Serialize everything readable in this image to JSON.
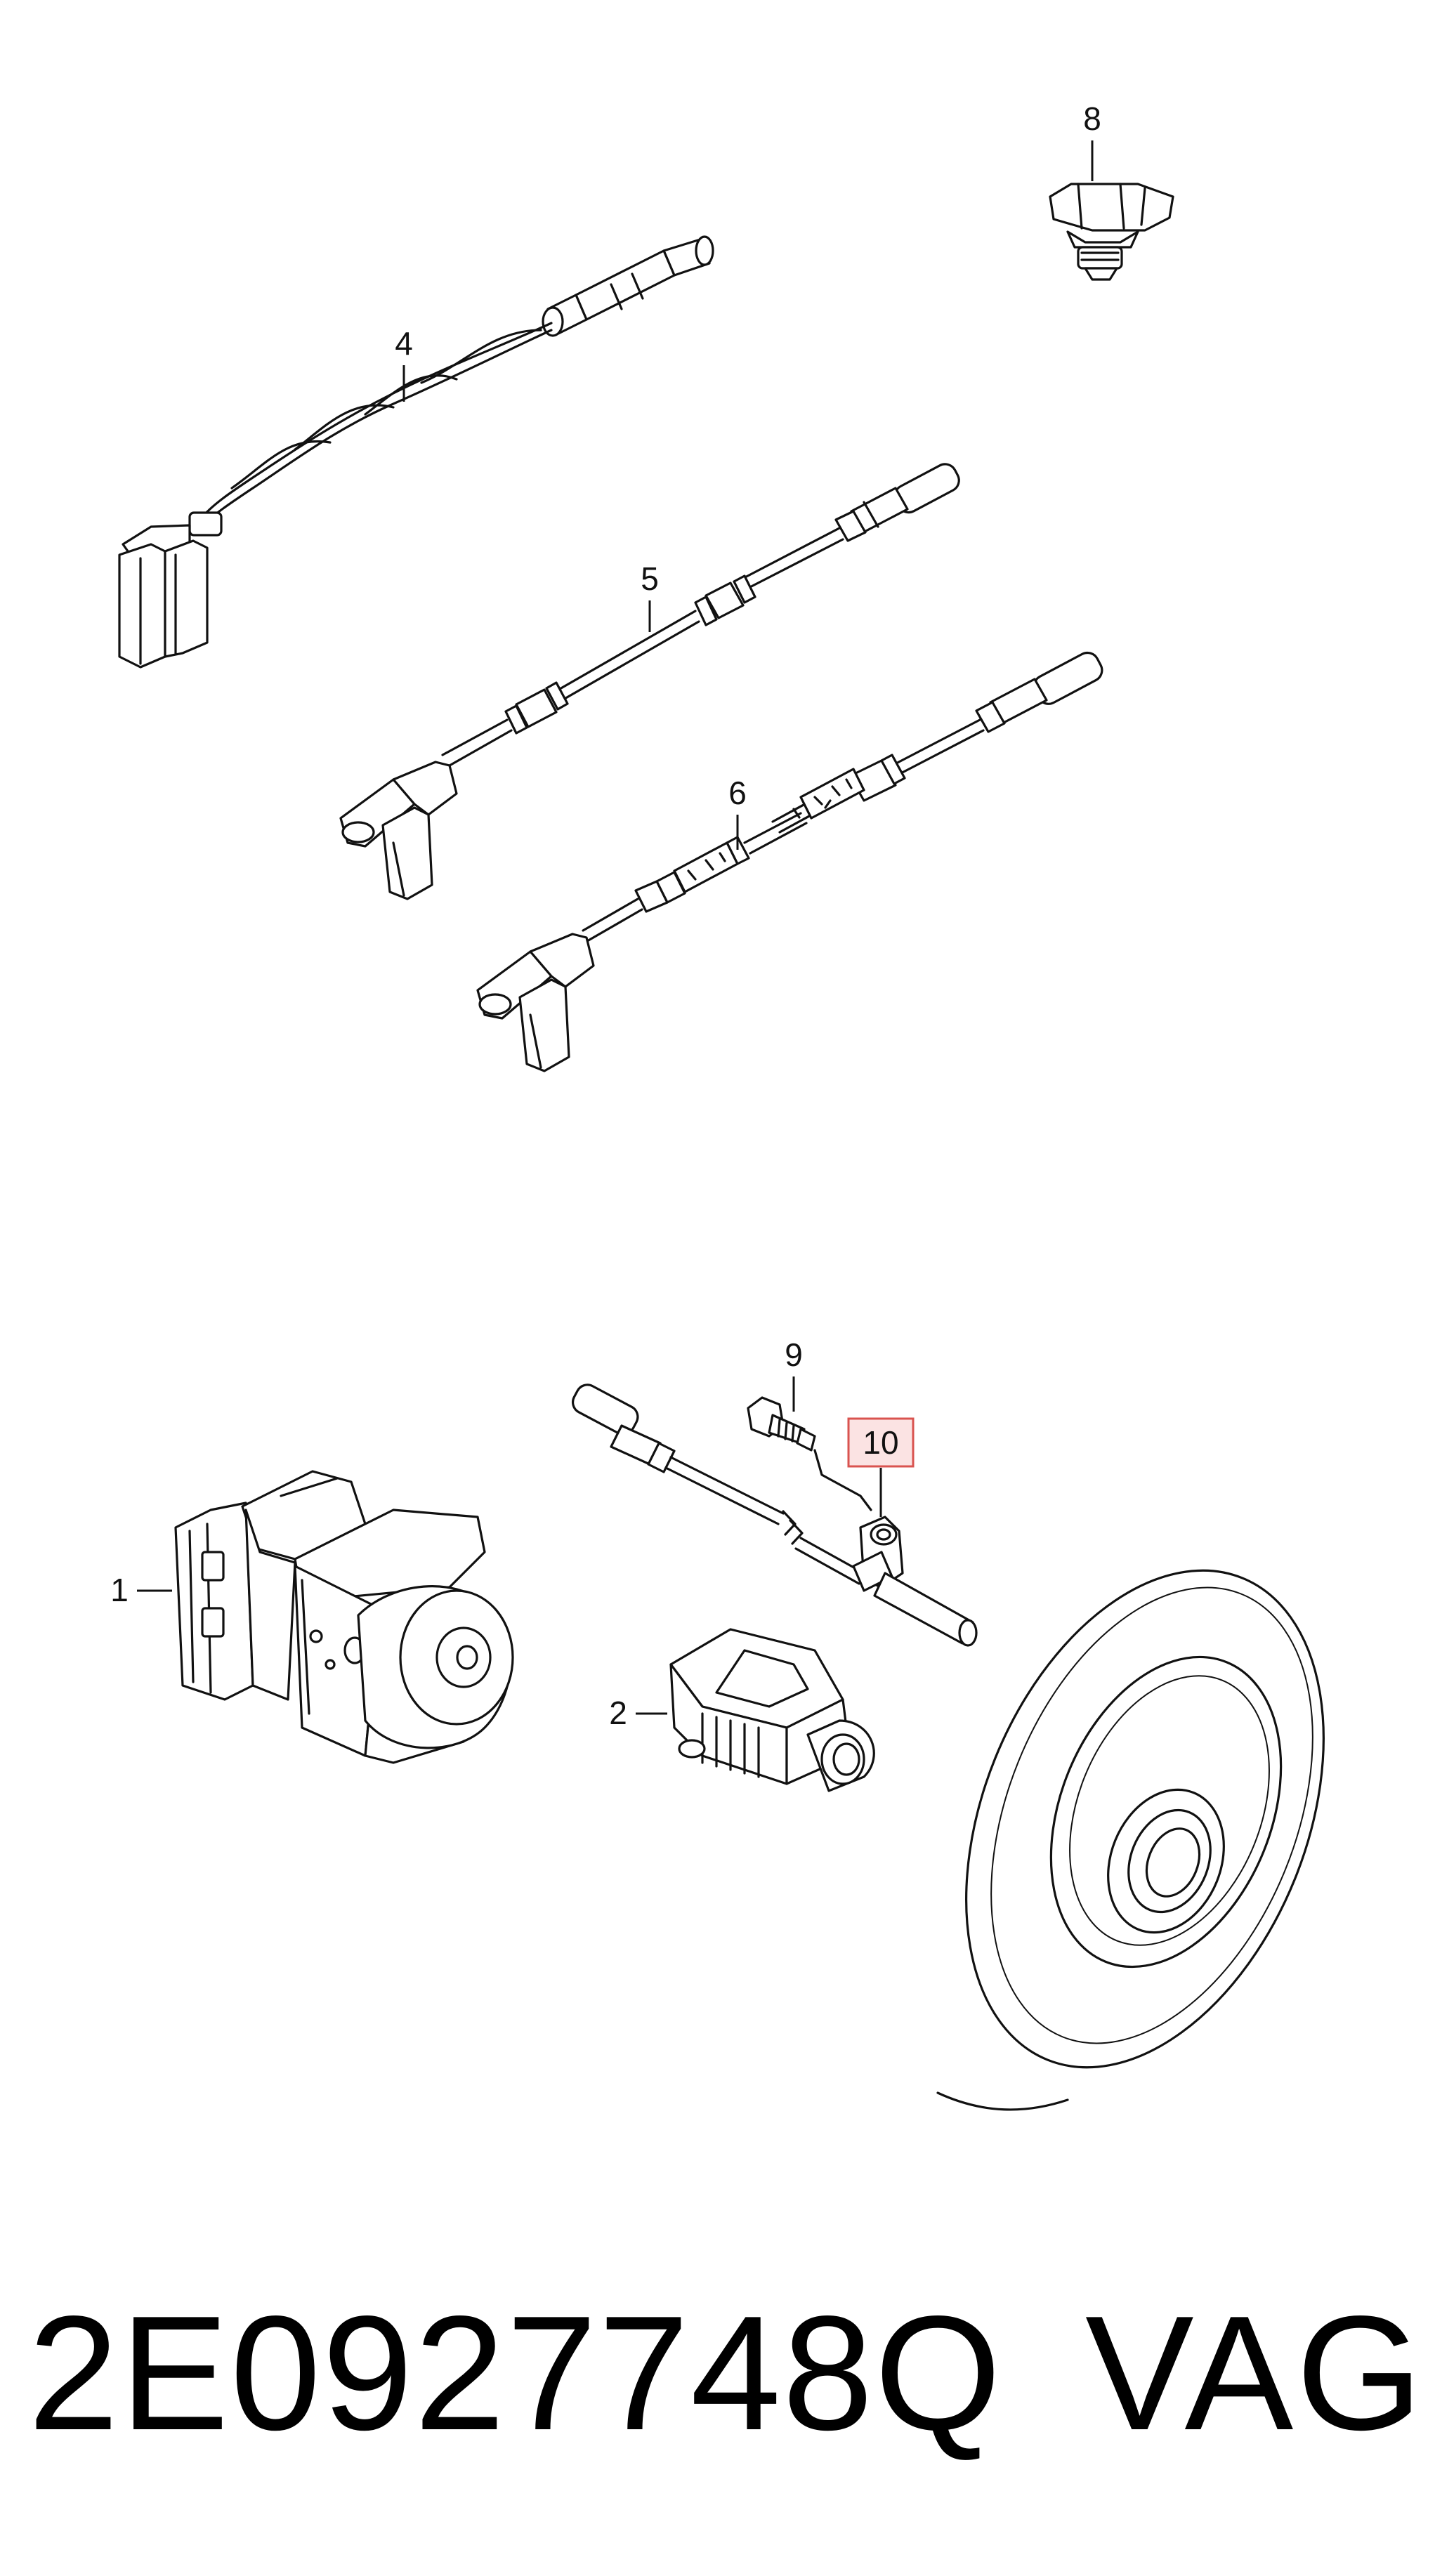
{
  "callouts": {
    "c1": "1",
    "c2": "2",
    "c4": "4",
    "c5": "5",
    "c6": "6",
    "c8": "8",
    "c9": "9",
    "c10": "10"
  },
  "highlighted_callout": "10",
  "highlight_color": "#d9534f",
  "footer": {
    "part_number": "2E0927748Q",
    "brand": "VAG"
  }
}
